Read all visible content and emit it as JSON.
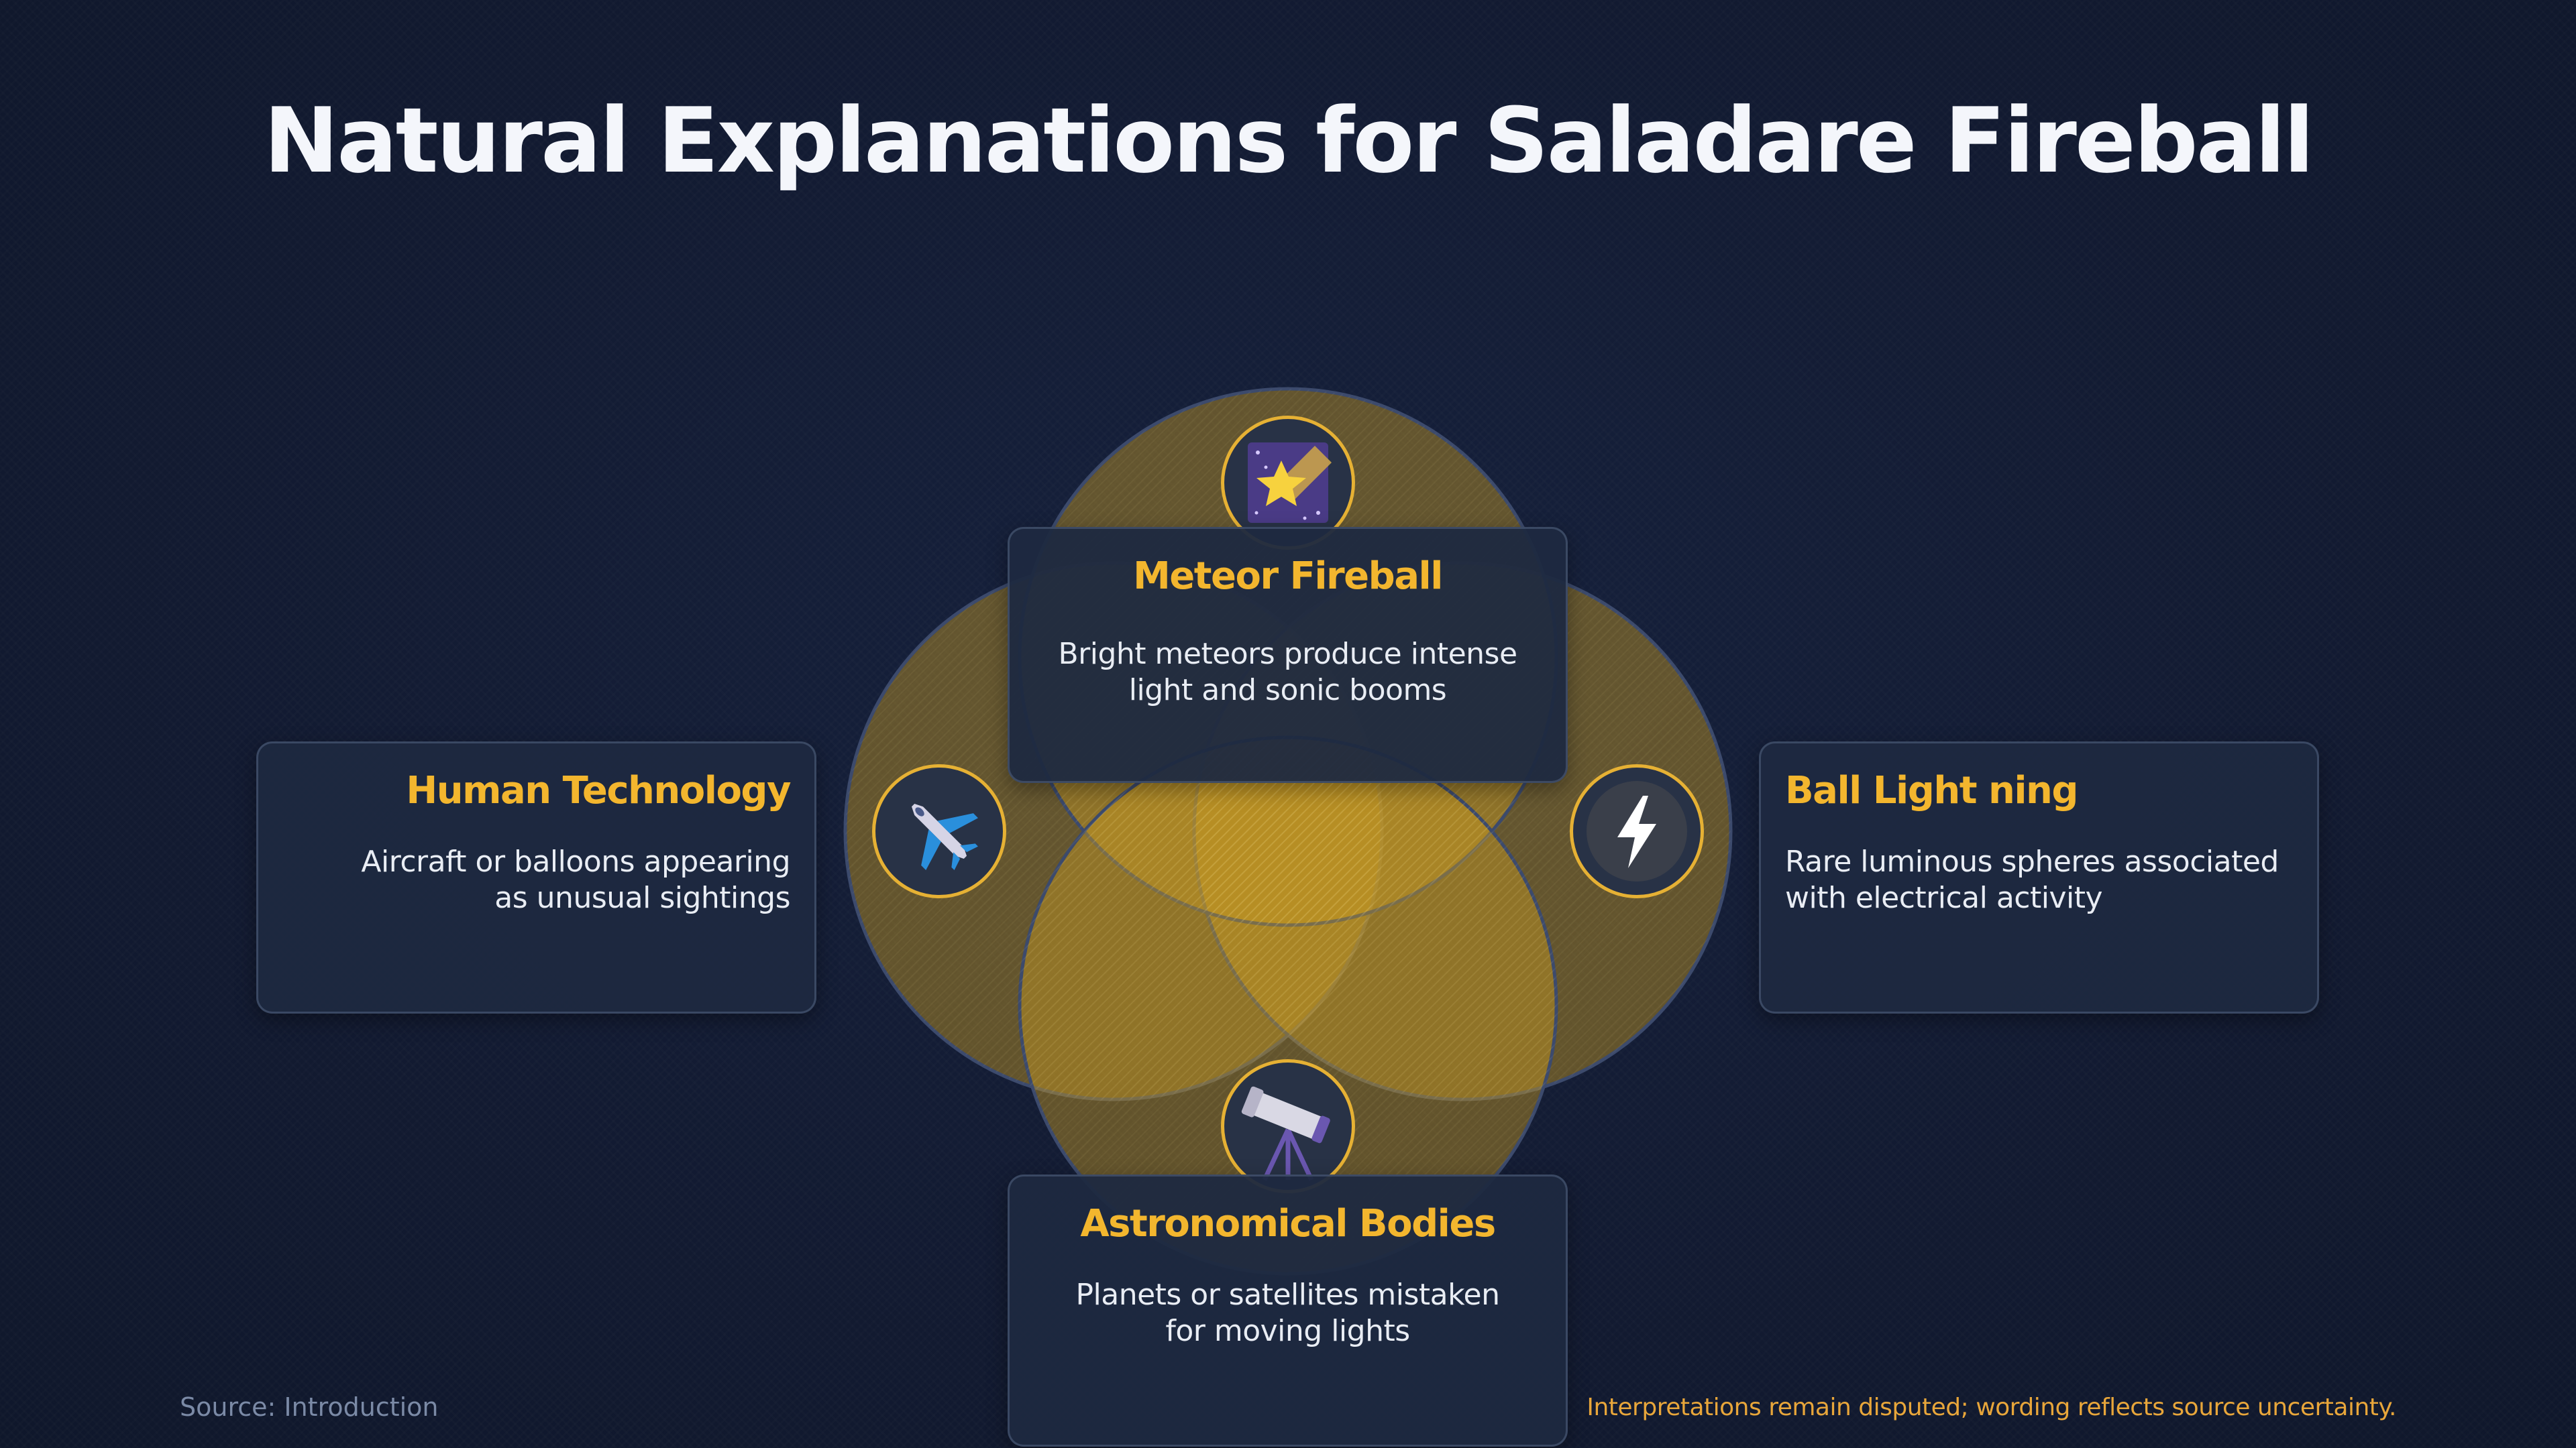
{
  "title": "Natural Explanations for Saladare Fireball",
  "colors": {
    "accent": "#f3b62e",
    "background": "#121b33",
    "card": "#1e2940",
    "circle_fill": "#c99a22",
    "circle_stroke": "#3c4a6c"
  },
  "categories": {
    "top": {
      "title": "Meteor Fireball",
      "description": [
        "Bright meteors produce intense",
        "light and sonic booms"
      ],
      "icon": "shooting-star-icon"
    },
    "left": {
      "title": "Human Technology",
      "description": [
        "Aircraft or balloons appearing",
        "as unusual sightings"
      ],
      "icon": "airplane-icon"
    },
    "right": {
      "title": "Ball Light ning",
      "description": [
        "Rare luminous spheres associated",
        "with electrical activity"
      ],
      "icon": "lightning-icon"
    },
    "bottom": {
      "title": "Astronomical Bodies",
      "description": [
        "Planets or satellites mistaken",
        "for moving lights"
      ],
      "icon": "telescope-icon"
    }
  },
  "footer": {
    "source": "Source: Introduction",
    "note": "Interpretations remain disputed; wording reflects source uncertainty."
  }
}
